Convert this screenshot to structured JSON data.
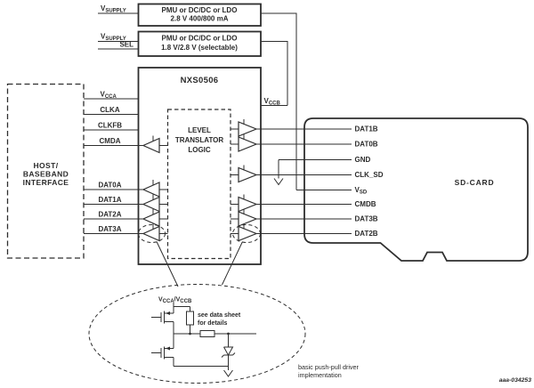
{
  "watermark": "aaa-034253",
  "pmu1": {
    "line1": "PMU or DC/DC or LDO",
    "line2": "2.8 V 400/800 mA",
    "vsupply_base": "V",
    "vsupply_sub": "SUPPLY"
  },
  "pmu2": {
    "line1": "PMU or DC/DC or LDO",
    "line2": "1.8 V/2.8 V (selectable)",
    "vsupply_base": "V",
    "vsupply_sub": "SUPPLY",
    "sel": "SEL"
  },
  "host": {
    "line1": "HOST/",
    "line2": "BASEBAND",
    "line3": "INTERFACE"
  },
  "chip": {
    "title": "NXS0506",
    "logic_line1": "LEVEL",
    "logic_line2": "TRANSLATOR",
    "logic_line3": "LOGIC",
    "vccb_base": "V",
    "vccb_sub": "CCB",
    "vcca_base": "V",
    "vcca_sub": "CCA"
  },
  "left_pins": {
    "clka": "CLKA",
    "clkfb": "CLKFB",
    "cmda": "CMDA",
    "dat0a": "DAT0A",
    "dat1a": "DAT1A",
    "dat2a": "DAT2A",
    "dat3a": "DAT3A"
  },
  "sd": {
    "label": "SD-CARD",
    "dat1b": "DAT1B",
    "dat0b": "DAT0B",
    "gnd": "GND",
    "clk_sd": "CLK_SD",
    "vsd_base": "V",
    "vsd_sub": "SD",
    "cmdb": "CMDB",
    "dat3b": "DAT3B",
    "dat2b": "DAT2B"
  },
  "inset": {
    "supply_p1": "V",
    "supply_s1": "CCA",
    "supply_p2": "/V",
    "supply_s2": "CCB",
    "note_line1": "see data sheet",
    "note_line2": "for details",
    "caption_line1": "basic push-pull driver",
    "caption_line2": "implementation"
  }
}
